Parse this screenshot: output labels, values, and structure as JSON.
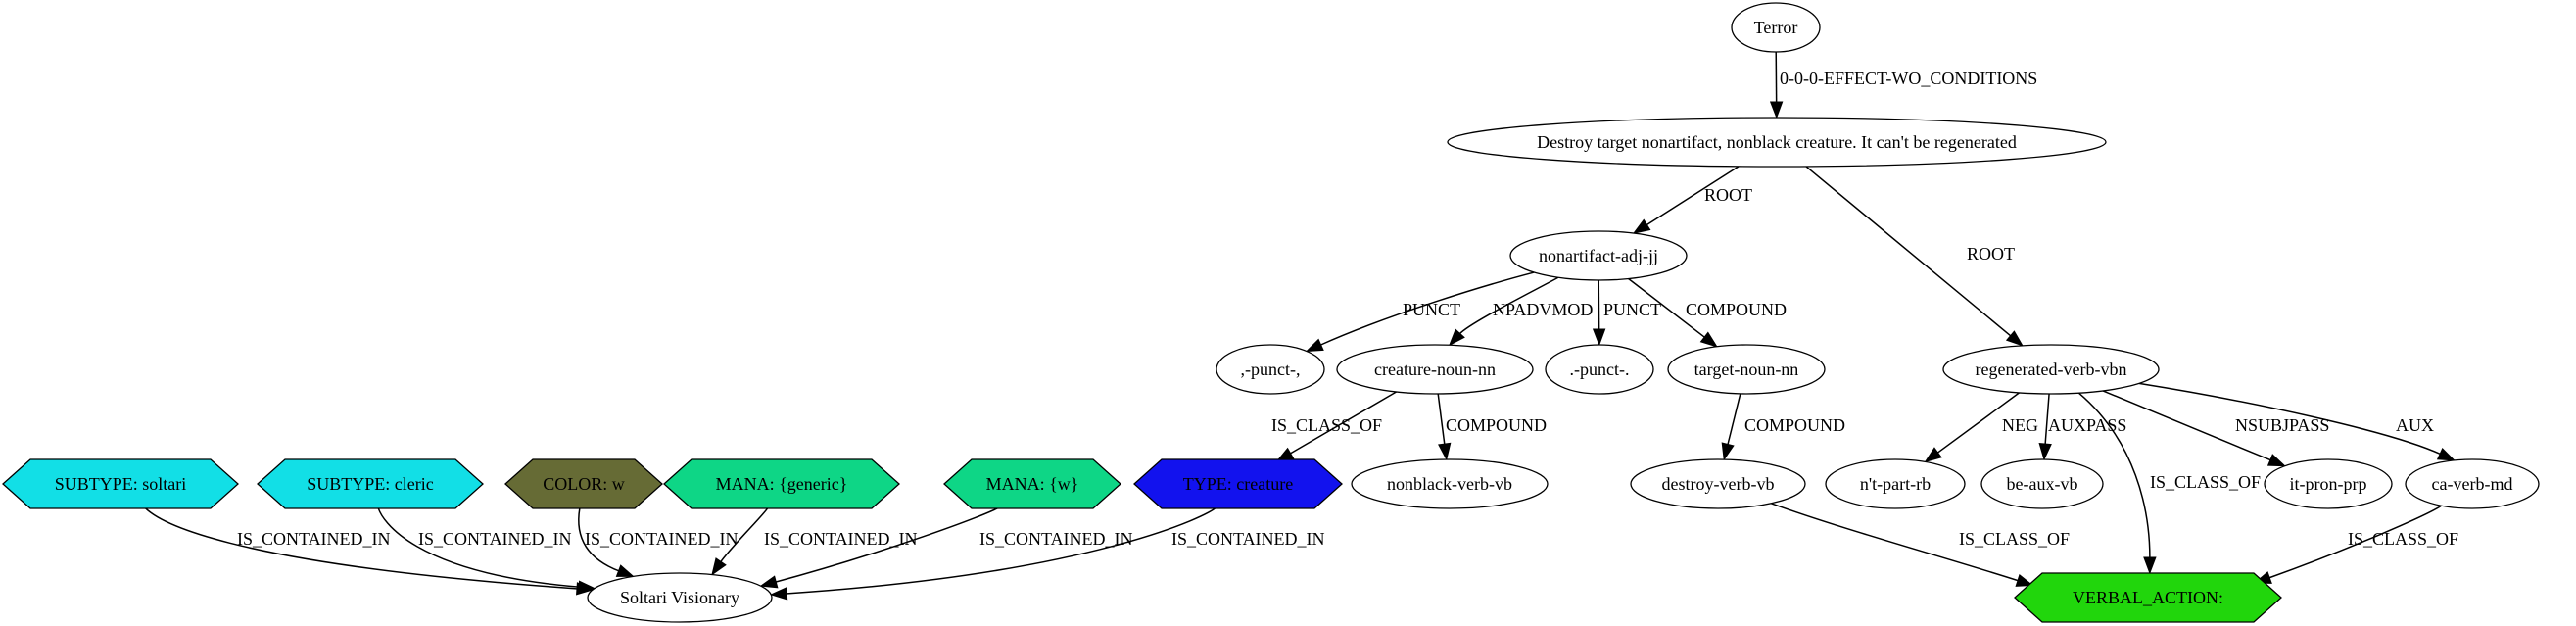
{
  "nodes": [
    {
      "id": "terror",
      "label": "Terror",
      "shape": "ellipse",
      "fill": "#ffffff"
    },
    {
      "id": "destroy_sent",
      "label": "Destroy target nonartifact, nonblack creature. It can't be regenerated",
      "shape": "ellipse",
      "fill": "#ffffff"
    },
    {
      "id": "nonartifact",
      "label": "nonartifact-adj-jj",
      "shape": "ellipse",
      "fill": "#ffffff"
    },
    {
      "id": "regenerated",
      "label": "regenerated-verb-vbn",
      "shape": "ellipse",
      "fill": "#ffffff"
    },
    {
      "id": "punct1",
      "label": ",-punct-,",
      "shape": "ellipse",
      "fill": "#ffffff"
    },
    {
      "id": "creature",
      "label": "creature-noun-nn",
      "shape": "ellipse",
      "fill": "#ffffff"
    },
    {
      "id": "punct2",
      "label": ".-punct-.",
      "shape": "ellipse",
      "fill": "#ffffff"
    },
    {
      "id": "target",
      "label": "target-noun-nn",
      "shape": "ellipse",
      "fill": "#ffffff"
    },
    {
      "id": "nonblack",
      "label": "nonblack-verb-vb",
      "shape": "ellipse",
      "fill": "#ffffff"
    },
    {
      "id": "destroy_vb",
      "label": "destroy-verb-vb",
      "shape": "ellipse",
      "fill": "#ffffff"
    },
    {
      "id": "nt",
      "label": "n't-part-rb",
      "shape": "ellipse",
      "fill": "#ffffff"
    },
    {
      "id": "be",
      "label": "be-aux-vb",
      "shape": "ellipse",
      "fill": "#ffffff"
    },
    {
      "id": "it",
      "label": "it-pron-prp",
      "shape": "ellipse",
      "fill": "#ffffff"
    },
    {
      "id": "ca",
      "label": "ca-verb-md",
      "shape": "ellipse",
      "fill": "#ffffff"
    },
    {
      "id": "sub_soltari",
      "label": "SUBTYPE: soltari",
      "shape": "hexagon",
      "fill": "#12dfe6"
    },
    {
      "id": "sub_cleric",
      "label": "SUBTYPE: cleric",
      "shape": "hexagon",
      "fill": "#12dfe6"
    },
    {
      "id": "color_w",
      "label": "COLOR: w",
      "shape": "hexagon",
      "fill": "#666b35"
    },
    {
      "id": "mana_generic",
      "label": "MANA: {generic}",
      "shape": "hexagon",
      "fill": "#0ed686"
    },
    {
      "id": "mana_w",
      "label": "MANA: {w}",
      "shape": "hexagon",
      "fill": "#0ed686"
    },
    {
      "id": "type_creature",
      "label": "TYPE: creature",
      "shape": "hexagon",
      "fill": "#1212ee"
    },
    {
      "id": "soltari_visionary",
      "label": "Soltari Visionary",
      "shape": "ellipse",
      "fill": "#ffffff"
    },
    {
      "id": "verbal_action",
      "label": "VERBAL_ACTION:",
      "shape": "hexagon",
      "fill": "#21d60c"
    }
  ],
  "edges": [
    {
      "from": "terror",
      "to": "destroy_sent",
      "label": "0-0-0-EFFECT-WO_CONDITIONS"
    },
    {
      "from": "destroy_sent",
      "to": "nonartifact",
      "label": "ROOT"
    },
    {
      "from": "destroy_sent",
      "to": "regenerated",
      "label": "ROOT"
    },
    {
      "from": "nonartifact",
      "to": "punct1",
      "label": "PUNCT"
    },
    {
      "from": "nonartifact",
      "to": "creature",
      "label": "NPADVMOD"
    },
    {
      "from": "nonartifact",
      "to": "punct2",
      "label": "PUNCT"
    },
    {
      "from": "nonartifact",
      "to": "target",
      "label": "COMPOUND"
    },
    {
      "from": "creature",
      "to": "type_creature",
      "label": "IS_CLASS_OF"
    },
    {
      "from": "creature",
      "to": "nonblack",
      "label": "COMPOUND"
    },
    {
      "from": "target",
      "to": "destroy_vb",
      "label": "COMPOUND"
    },
    {
      "from": "regenerated",
      "to": "nt",
      "label": "NEG"
    },
    {
      "from": "regenerated",
      "to": "be",
      "label": "AUXPASS"
    },
    {
      "from": "regenerated",
      "to": "verbal_action",
      "label": "IS_CLASS_OF"
    },
    {
      "from": "regenerated",
      "to": "it",
      "label": "NSUBJPASS"
    },
    {
      "from": "regenerated",
      "to": "ca",
      "label": "AUX"
    },
    {
      "from": "sub_soltari",
      "to": "soltari_visionary",
      "label": "IS_CONTAINED_IN"
    },
    {
      "from": "sub_cleric",
      "to": "soltari_visionary",
      "label": "IS_CONTAINED_IN"
    },
    {
      "from": "color_w",
      "to": "soltari_visionary",
      "label": "IS_CONTAINED_IN"
    },
    {
      "from": "mana_generic",
      "to": "soltari_visionary",
      "label": "IS_CONTAINED_IN"
    },
    {
      "from": "mana_w",
      "to": "soltari_visionary",
      "label": "IS_CONTAINED_IN"
    },
    {
      "from": "type_creature",
      "to": "soltari_visionary",
      "label": "IS_CONTAINED_IN"
    },
    {
      "from": "destroy_vb",
      "to": "verbal_action",
      "label": "IS_CLASS_OF"
    },
    {
      "from": "ca",
      "to": "verbal_action",
      "label": "IS_CLASS_OF"
    }
  ]
}
